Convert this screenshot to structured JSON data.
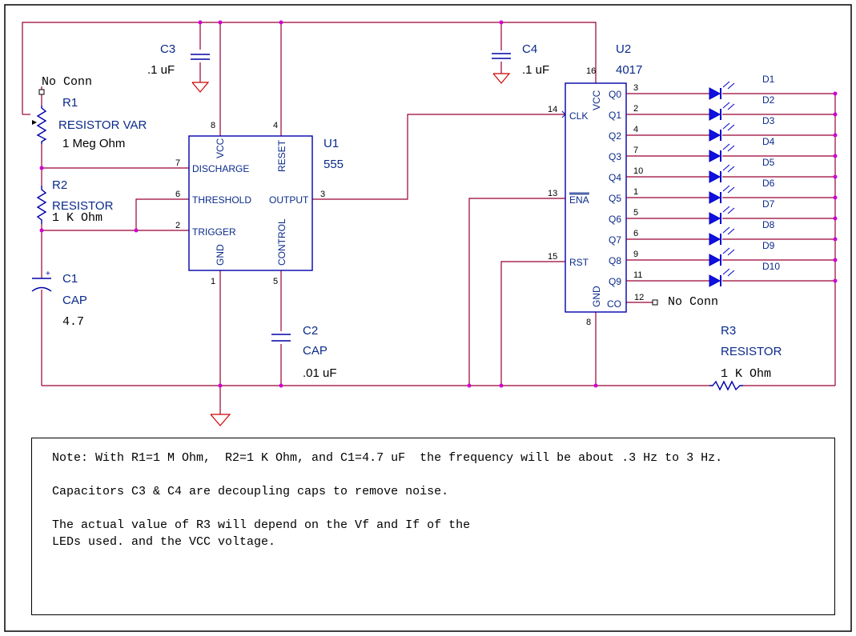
{
  "components": {
    "u1": {
      "ref": "U1",
      "value": "555",
      "pins": {
        "vcc": "VCC",
        "reset": "RESET",
        "discharge": "DISCHARGE",
        "threshold": "THRESHOLD",
        "trigger": "TRIGGER",
        "output": "OUTPUT",
        "gnd": "GND",
        "control": "CONTROL"
      },
      "pin_numbers": {
        "vcc": "8",
        "reset": "4",
        "discharge": "7",
        "threshold": "6",
        "trigger": "2",
        "output": "3",
        "gnd": "1",
        "control": "5"
      }
    },
    "u2": {
      "ref": "U2",
      "value": "4017",
      "pins": {
        "vcc": "VCC",
        "clk": "CLK",
        "ena": "ENA",
        "rst": "RST",
        "gnd": "GND",
        "co": "CO"
      },
      "pin_numbers": {
        "vcc": "16",
        "clk": "14",
        "ena": "13",
        "rst": "15",
        "gnd": "8",
        "co": "12"
      },
      "outputs": [
        {
          "name": "Q0",
          "pin": "3"
        },
        {
          "name": "Q1",
          "pin": "2"
        },
        {
          "name": "Q2",
          "pin": "4"
        },
        {
          "name": "Q3",
          "pin": "7"
        },
        {
          "name": "Q4",
          "pin": "10"
        },
        {
          "name": "Q5",
          "pin": "1"
        },
        {
          "name": "Q6",
          "pin": "5"
        },
        {
          "name": "Q7",
          "pin": "6"
        },
        {
          "name": "Q8",
          "pin": "9"
        },
        {
          "name": "Q9",
          "pin": "11"
        }
      ]
    },
    "r1": {
      "ref": "R1",
      "type": "RESISTOR VAR",
      "value": "1 Meg Ohm"
    },
    "r2": {
      "ref": "R2",
      "type": "RESISTOR",
      "value": "1 K Ohm"
    },
    "r3": {
      "ref": "R3",
      "type": "RESISTOR",
      "value": "1 K Ohm"
    },
    "c1": {
      "ref": "C1",
      "type": "CAP",
      "value": "4.7"
    },
    "c2": {
      "ref": "C2",
      "type": "CAP",
      "value": ".01 uF"
    },
    "c3": {
      "ref": "C3",
      "value": ".1 uF"
    },
    "c4": {
      "ref": "C4",
      "value": ".1 uF"
    },
    "leds": [
      "D1",
      "D2",
      "D3",
      "D4",
      "D5",
      "D6",
      "D7",
      "D8",
      "D9",
      "D10"
    ],
    "no_conn_label": "No Conn"
  },
  "colors": {
    "wire": "#990033",
    "body": "#0000aa",
    "label": "#0a2a8a",
    "junction": "#d000d0",
    "led": "#1010e0",
    "ground": "#cc0000"
  },
  "note": {
    "line1": "Note: With R1=1 M Ohm,  R2=1 K Ohm, and C1=4.7 uF  the frequency will be about .3 Hz to 3 Hz.",
    "line2": "Capacitors C3 & C4 are decoupling caps to remove noise.",
    "line3": "The actual value of R3 will depend on the Vf and If of the",
    "line4": "LEDs used. and the VCC voltage."
  }
}
